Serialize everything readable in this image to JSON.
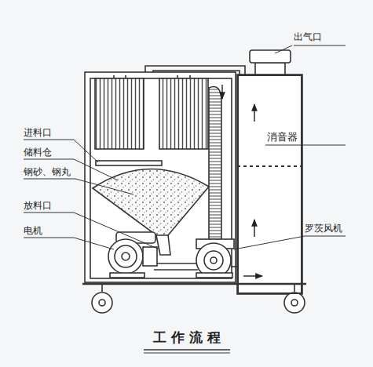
{
  "diagram": {
    "caption": "工作流程",
    "nodes": [
      {
        "text": [
          "消音器"
        ]
      }
    ],
    "labels": [
      "出气口",
      "进料口",
      "储料仓",
      "钢砂、钢丸",
      "放料口",
      "电机",
      "罗茨风机"
    ]
  }
}
